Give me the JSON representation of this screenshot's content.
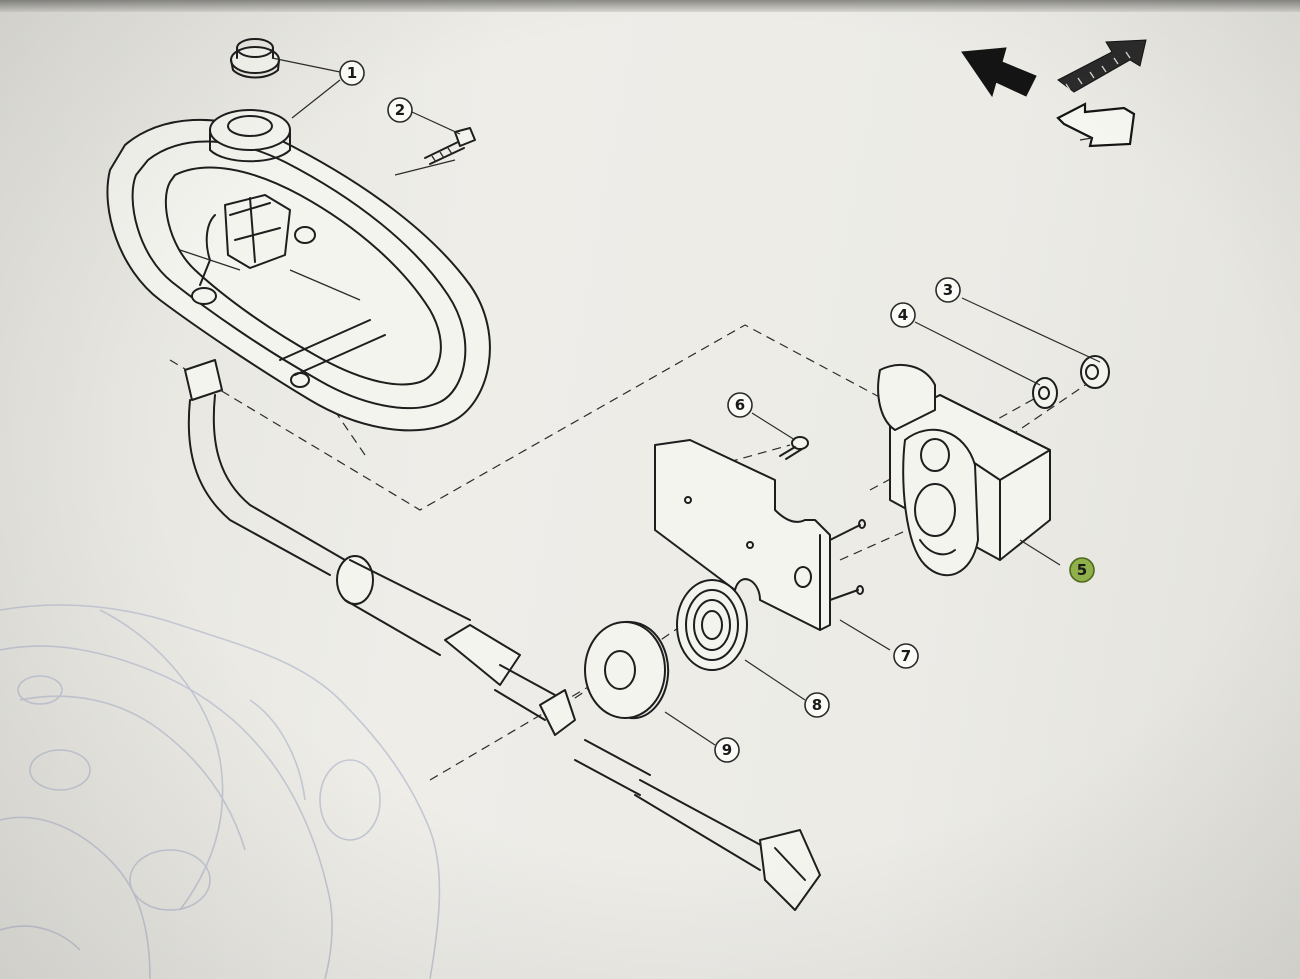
{
  "window": {
    "top_strip_color": "#8a8a86",
    "paper_color": "#eeede8",
    "line_color": "#1e1e1e",
    "highlight_color": "#8fb04a"
  },
  "nav_icons": [
    {
      "name": "prev-page-arrow-icon",
      "style": "solid-black"
    },
    {
      "name": "next-page-arrow-icon",
      "style": "hatched"
    },
    {
      "name": "return-arrow-icon",
      "style": "outline"
    }
  ],
  "callouts": [
    {
      "id": "c1",
      "label": "1"
    },
    {
      "id": "c2",
      "label": "2"
    },
    {
      "id": "c3",
      "label": "3"
    },
    {
      "id": "c4",
      "label": "4"
    },
    {
      "id": "c5",
      "label": "5",
      "highlighted": true
    },
    {
      "id": "c6",
      "label": "6"
    },
    {
      "id": "c7",
      "label": "7"
    },
    {
      "id": "c8",
      "label": "8"
    },
    {
      "id": "c9",
      "label": "9"
    }
  ]
}
